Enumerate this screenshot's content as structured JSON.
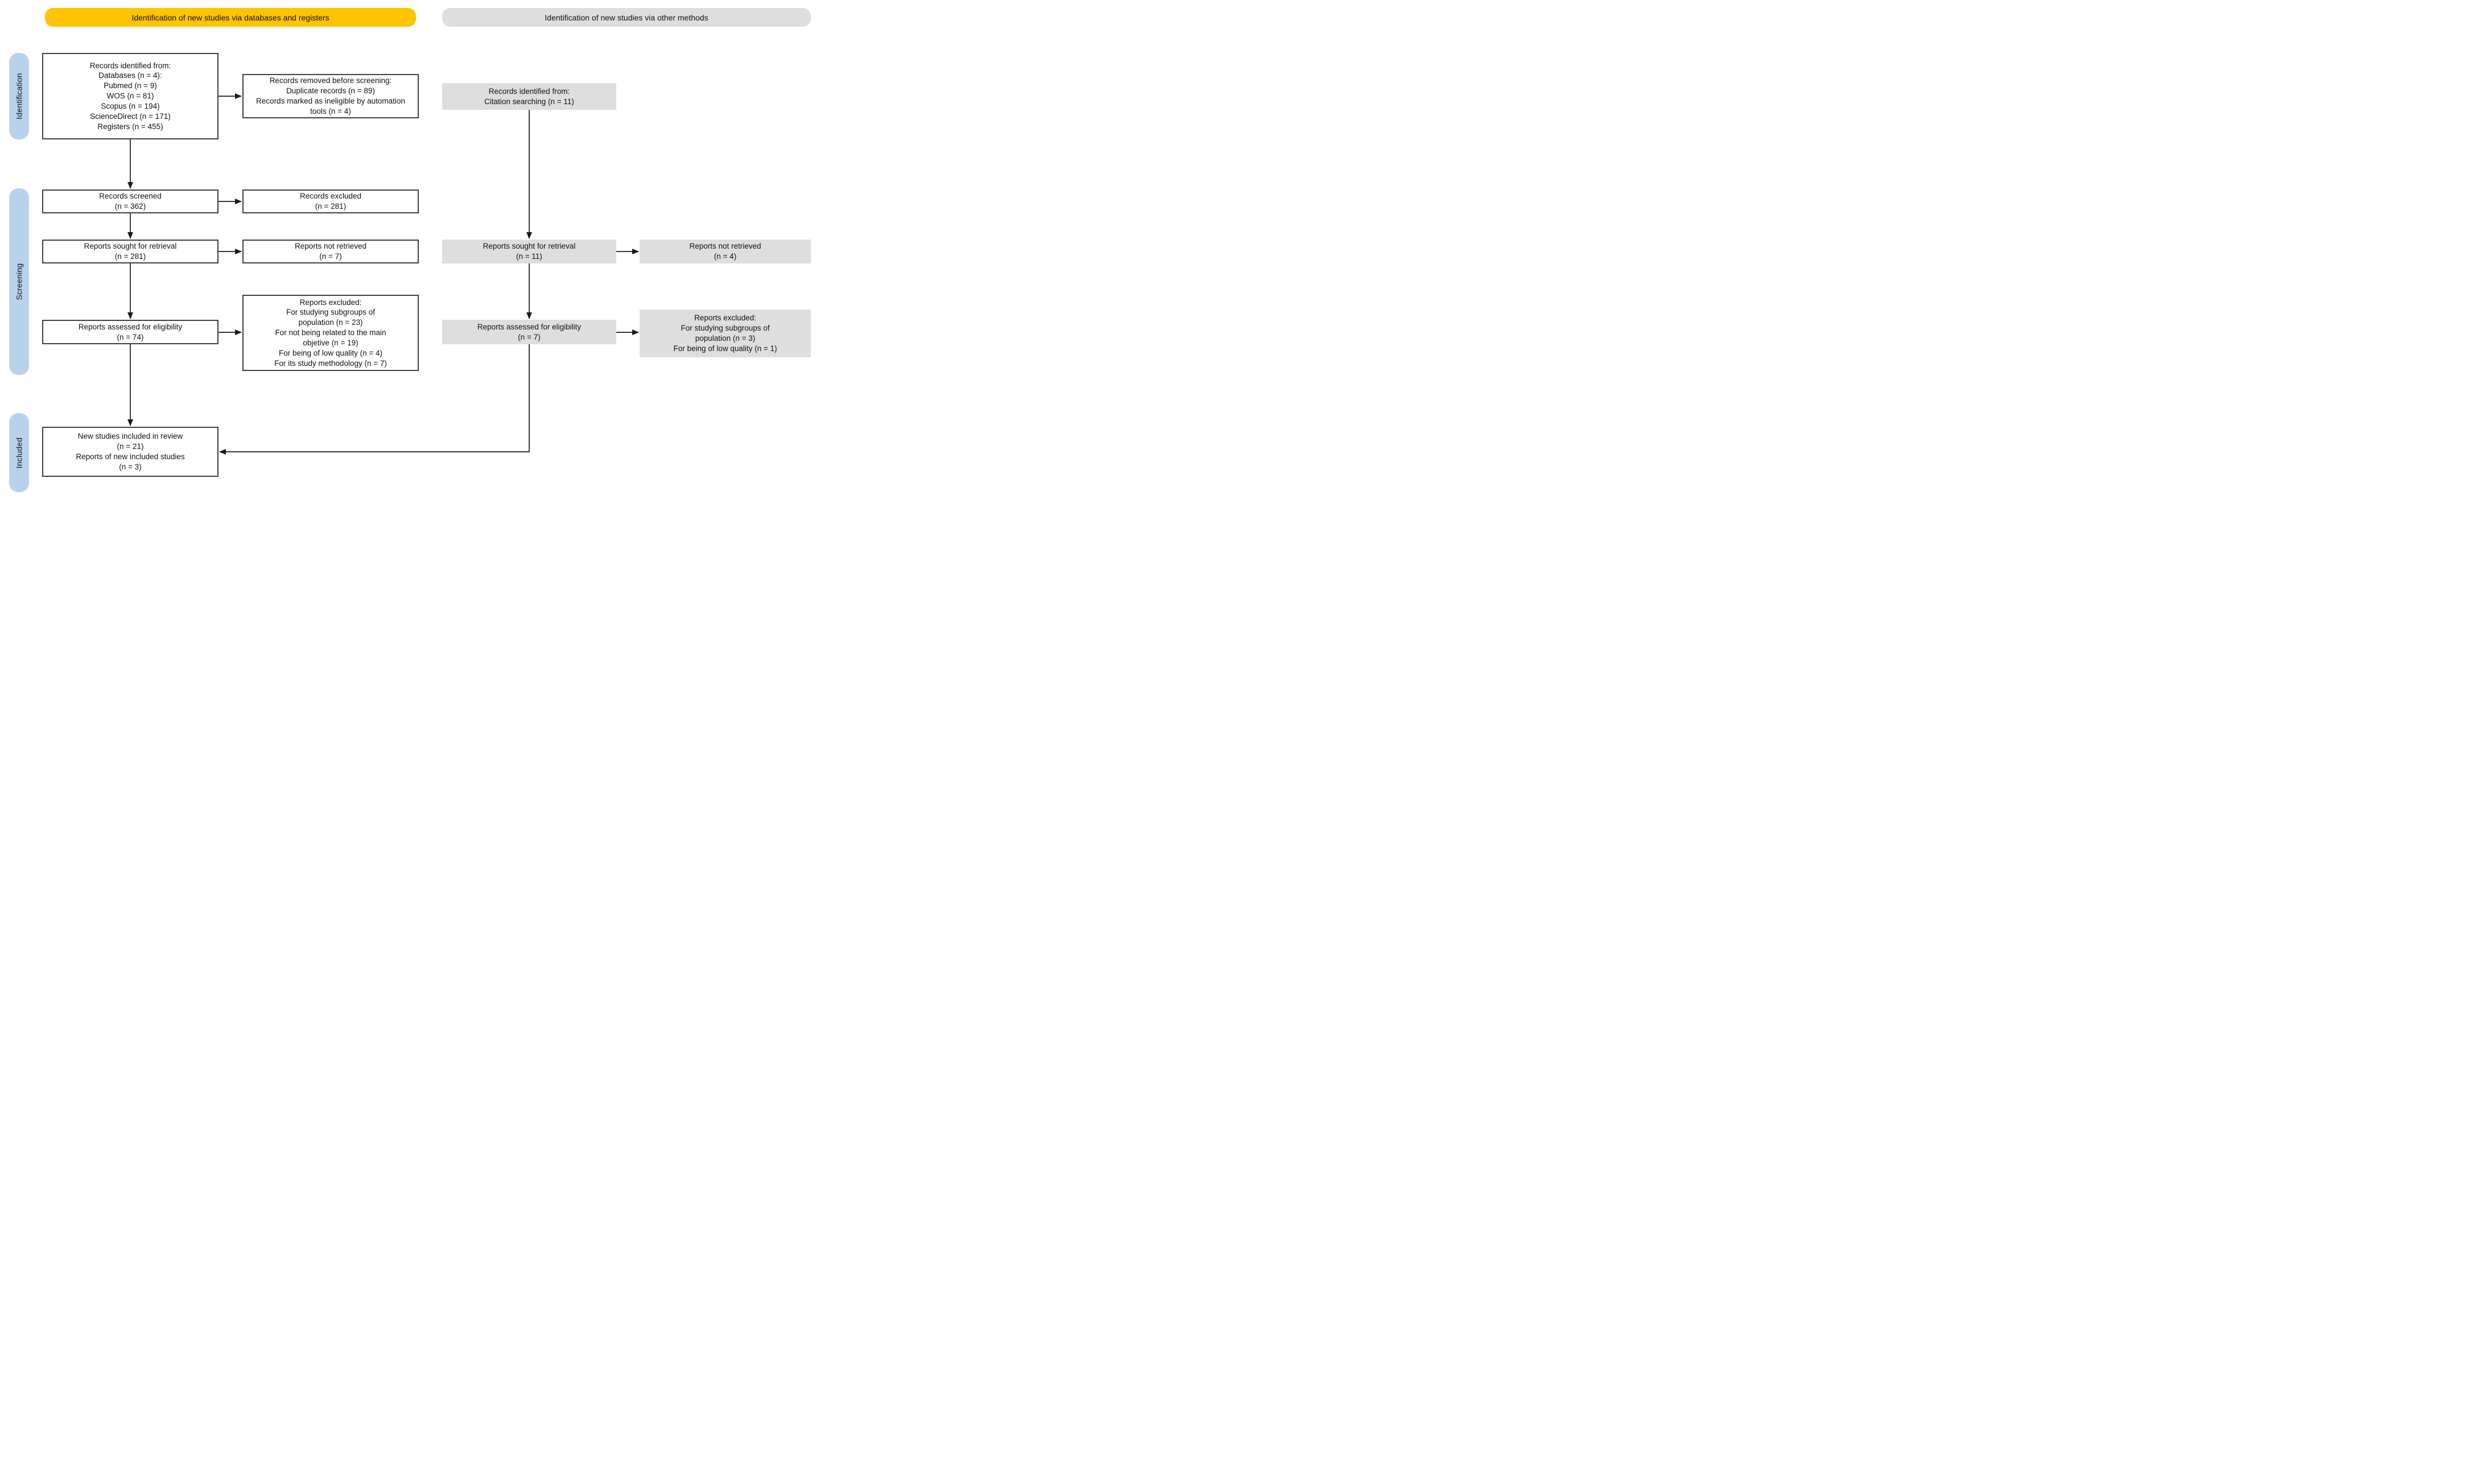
{
  "title_banners": {
    "databases": {
      "label": "Identification of new studies via databases and registers"
    },
    "other": {
      "label": "Identification of new studies via other methods"
    }
  },
  "side_labels": [
    {
      "label": "Identification"
    },
    {
      "label": "Screening"
    },
    {
      "label": "Included"
    }
  ],
  "boxes": {
    "records_identified": {
      "text": "Records identified from:\nDatabases (n = 4):\nPubmed (n = 9)\nWOS (n = 81)\nScopus (n = 194)\nScienceDirect (n = 171)\nRegisters (n = 455)"
    },
    "records_removed": {
      "text": "Records removed before screening:\nDuplicate records (n = 89)\nRecords marked as ineligible by automation\ntools (n = 4)"
    },
    "citation_identified": {
      "text": "Records identified from:\nCitation searching (n = 11)"
    },
    "records_screened": {
      "text": "Records screened\n(n = 362)"
    },
    "records_excluded": {
      "text": "Records excluded\n(n = 281)"
    },
    "reports_sought_db": {
      "text": "Reports sought for retrieval\n(n = 281)"
    },
    "reports_not_retrieved_db": {
      "text": "Reports not retrieved\n(n = 7)"
    },
    "reports_sought_other": {
      "text": "Reports sought for retrieval\n(n = 11)"
    },
    "reports_not_retrieved_other": {
      "text": "Reports not retrieved\n(n = 4)"
    },
    "reports_assessed_db": {
      "text": "Reports assessed for eligibility\n(n = 74)"
    },
    "reports_excluded_db": {
      "text": "Reports excluded:\nFor studying subgroups of\npopulation (n = 23)\nFor not being related to the main\nobjetive (n = 19)\nFor being of low quality (n = 4)\nFor its study methodology (n = 7)"
    },
    "reports_assessed_other": {
      "text": "Reports assessed for eligibility\n(n = 7)"
    },
    "reports_excluded_other": {
      "text": "Reports excluded:\nFor studying subgroups of\npopulation (n = 3)\nFor being of low quality (n = 1)"
    },
    "new_studies_included": {
      "text": "New studies included in review\n(n = 21)\nReports of new included studies\n(n = 3)"
    }
  },
  "colors": {
    "accent_yellow": "#FDC400",
    "light_gray": "#DEDEDE",
    "light_blue": "#B8D2EC",
    "box_border": "#3F3F3F",
    "line": "#1A1A1A"
  }
}
